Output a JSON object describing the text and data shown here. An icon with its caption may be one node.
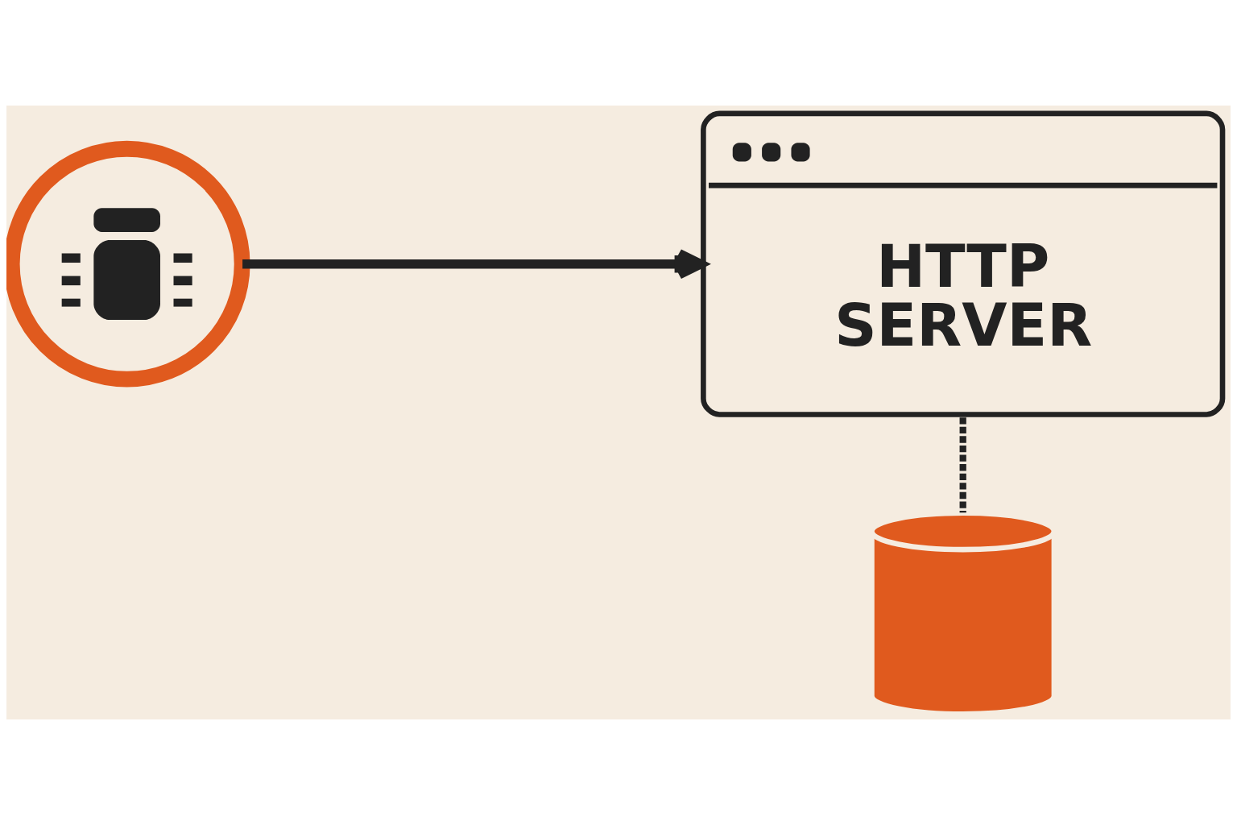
{
  "diagram": {
    "nodes": [
      {
        "text": [],
        "shape": "picture"
      },
      {
        "text": [
          "HTTP SERVER"
        ]
      },
      {
        "text": [],
        "shape": "cylinder"
      }
    ],
    "edges": [
      {
        "from": 0,
        "to": 1,
        "arrow": "to"
      },
      {
        "from": 1,
        "to": 2,
        "arrow": "none",
        "style": "dashed"
      }
    ]
  }
}
